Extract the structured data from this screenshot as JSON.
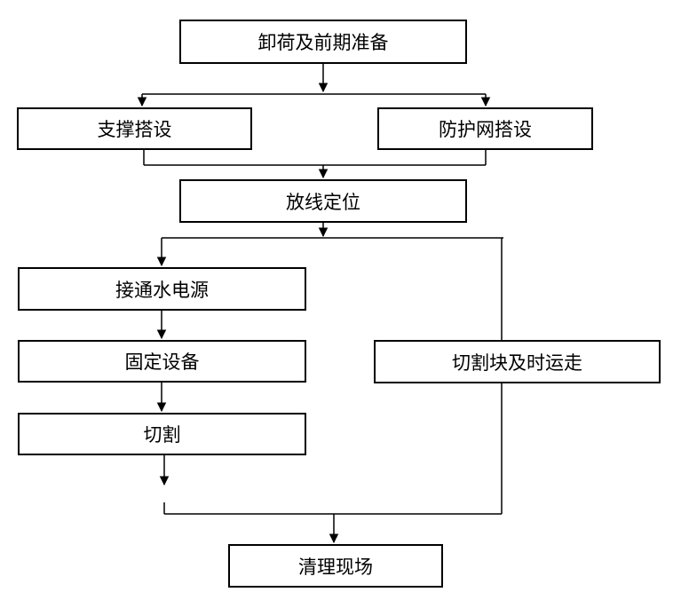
{
  "diagram": {
    "nodes": {
      "unload": "卸荷及前期准备",
      "support": "支撑搭设",
      "protect": "防护网搭设",
      "layout": "放线定位",
      "power": "接通水电源",
      "fix": "固定设备",
      "cut": "切割",
      "transport": "切割块及时运走",
      "clean": "清理现场"
    },
    "edges": [
      [
        "unload",
        "support"
      ],
      [
        "unload",
        "protect"
      ],
      [
        "support",
        "layout"
      ],
      [
        "protect",
        "layout"
      ],
      [
        "layout",
        "power"
      ],
      [
        "layout",
        "transport"
      ],
      [
        "power",
        "fix"
      ],
      [
        "fix",
        "cut"
      ],
      [
        "cut",
        "clean"
      ],
      [
        "transport",
        "clean"
      ]
    ]
  }
}
